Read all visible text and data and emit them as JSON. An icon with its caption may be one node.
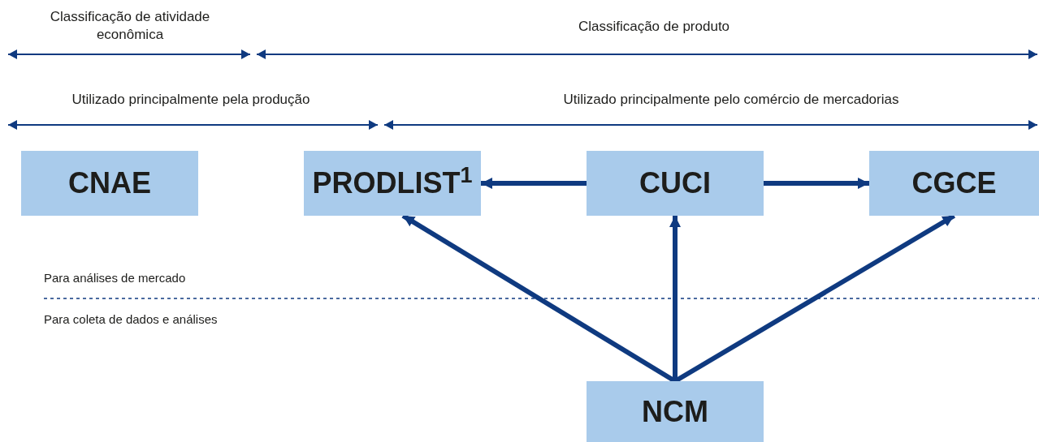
{
  "diagram": {
    "nodes": [
      {
        "text": [
          "CNAE"
        ]
      },
      {
        "text": [
          "PRODLIST$^{1}$"
        ]
      },
      {
        "text": [
          "CUCI"
        ]
      },
      {
        "text": [
          "CGCE"
        ]
      },
      {
        "text": [
          "NCM"
        ]
      }
    ],
    "edges": [
      {
        "from": 2,
        "to": 1,
        "arrow": "to"
      },
      {
        "from": 2,
        "to": 3,
        "arrow": "to"
      },
      {
        "from": 4,
        "to": 1,
        "arrow": "to"
      },
      {
        "from": 4,
        "to": 2,
        "arrow": "to"
      },
      {
        "from": 4,
        "to": 3,
        "arrow": "to"
      }
    ],
    "labels": [
      "Classificação de atividade econômica",
      "Classificação de produto",
      "Utilizado principalmente pela produção",
      "Utilizado principalmente pelo comércio de mercadorias",
      "Para análises de mercado",
      "Para coleta de dados e análises"
    ]
  }
}
